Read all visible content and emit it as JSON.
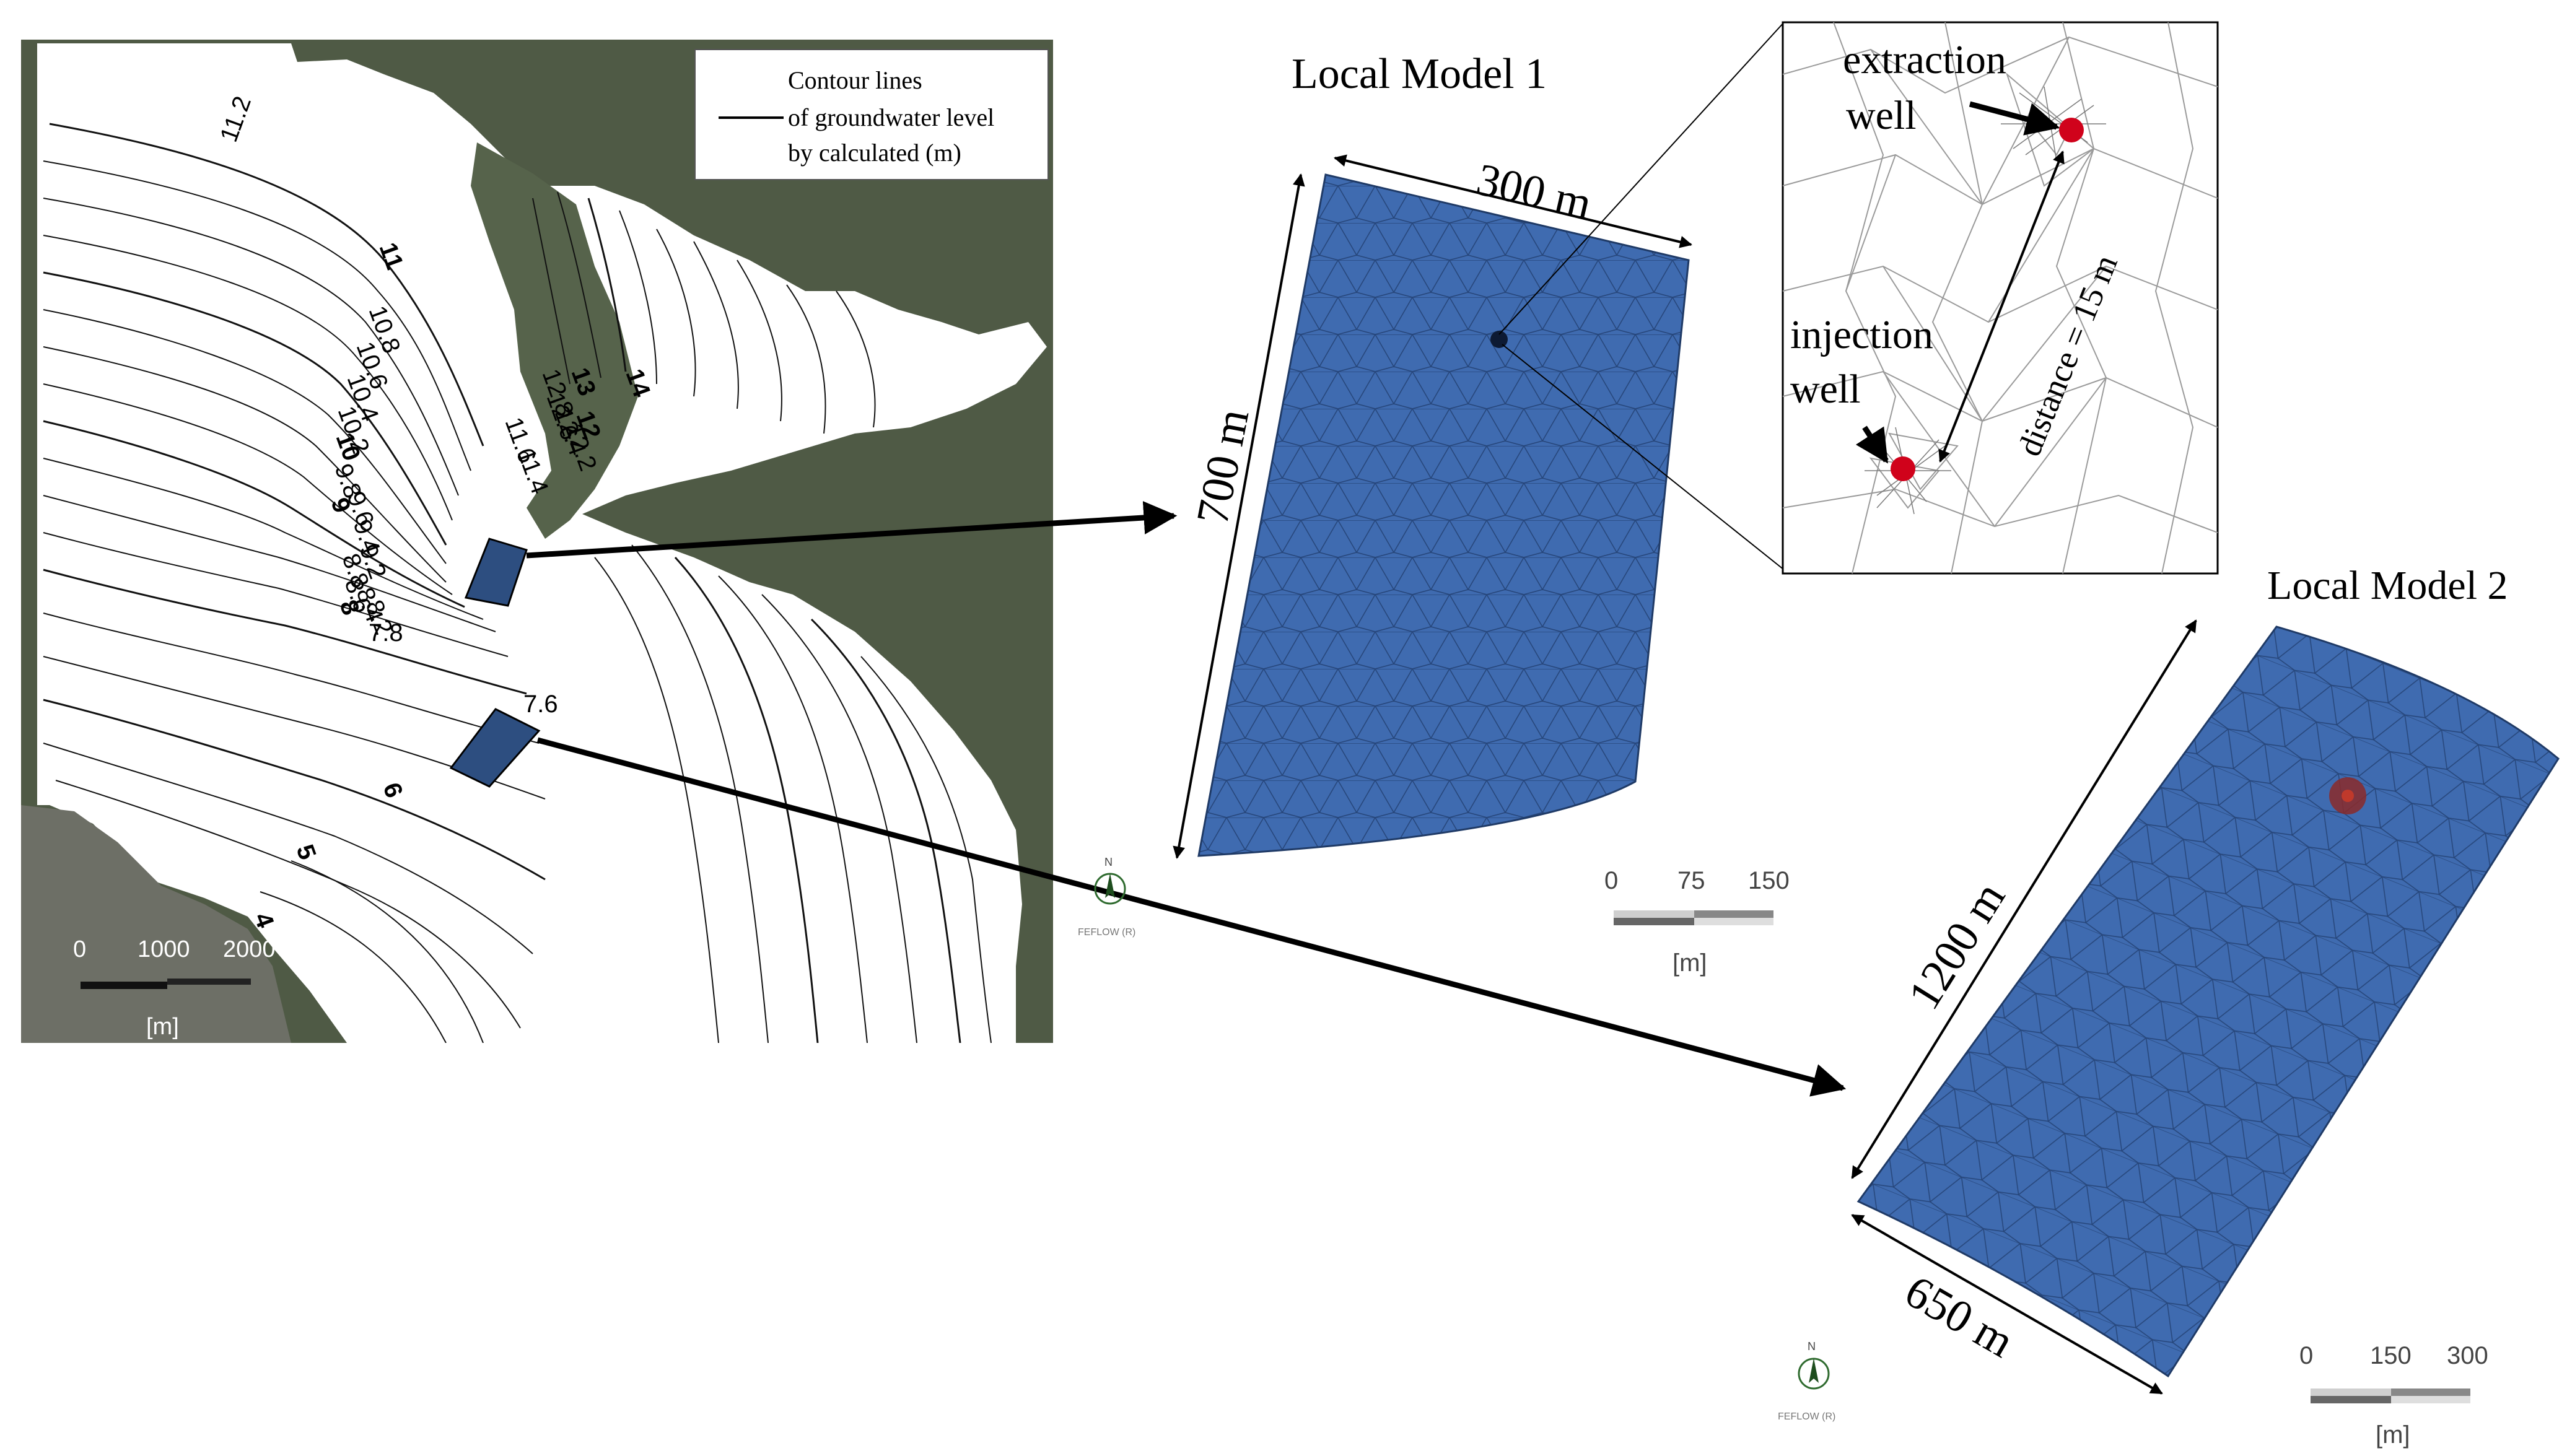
{
  "regional_map": {
    "legend_lines": [
      "Contour lines",
      "of groundwater level",
      "by calculated (m)"
    ],
    "contour_labels": [
      "11.2",
      "11",
      "10.8",
      "10.6",
      "10.4",
      "10.2",
      "10",
      "9.8",
      "9.6",
      "9.4",
      "9.2",
      "9",
      "8.8",
      "8.6",
      "8.4",
      "8.2",
      "8",
      "7.8",
      "7.6",
      "13",
      "12.8",
      "12.6",
      "12.4",
      "12.2",
      "12",
      "14",
      "11.6",
      "11.4",
      "6",
      "5",
      "4"
    ],
    "scale_ticks": [
      "0",
      "1000",
      "2000"
    ],
    "scale_unit": "[m]"
  },
  "local_model_1": {
    "title": "Local Model 1",
    "width_dim": "300 m",
    "height_dim": "700 m",
    "scale_ticks": [
      "0",
      "75",
      "150"
    ],
    "scale_unit": "[m]",
    "north_label": "N",
    "feflow_label": "FEFLOW (R)"
  },
  "inset": {
    "extraction_label_1": "extraction",
    "extraction_label_2": "well",
    "injection_label_1": "injection",
    "injection_label_2": "well",
    "distance_label": "distance = 15 m",
    "well_color": "#d0021b"
  },
  "local_model_2": {
    "title": "Local Model 2",
    "width_dim": "650 m",
    "height_dim": "1200 m",
    "scale_ticks": [
      "0",
      "150",
      "300"
    ],
    "scale_unit": "[m]",
    "north_label": "N",
    "feflow_label": "FEFLOW (R)"
  },
  "colors": {
    "mesh_fill": "#3f6bb0",
    "mesh_line": "#27477c",
    "terrain": "#4f5a45",
    "marker_fill": "#2d4e80"
  }
}
